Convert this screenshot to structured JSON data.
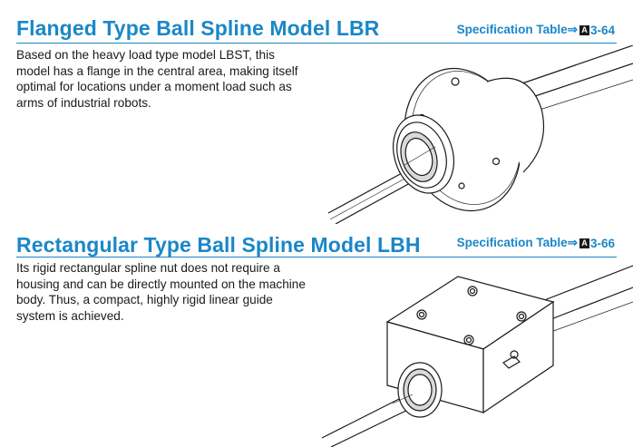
{
  "sections": [
    {
      "title": "Flanged Type Ball Spline Model LBR",
      "spec_prefix": "Specification Table⇒",
      "spec_badge": "A",
      "spec_page": "3-64",
      "description": "Based on the heavy load type model LBST, this model has a flange in the central area, making itself optimal for locations under a moment load such as arms of industrial robots.",
      "illustration_icon": "flanged-ball-spline-nut-on-shaft"
    },
    {
      "title": "Rectangular Type Ball Spline Model LBH",
      "spec_prefix": "Specification Table⇒",
      "spec_badge": "A",
      "spec_page": "3-66",
      "description": "Its rigid rectangular spline nut does not require a housing and can be directly mounted on the machine body. Thus, a compact, highly rigid linear guide system is achieved.",
      "illustration_icon": "rectangular-ball-spline-nut-on-shaft"
    }
  ],
  "colors": {
    "accent": "#1a87c8",
    "text": "#1a1a1a"
  }
}
